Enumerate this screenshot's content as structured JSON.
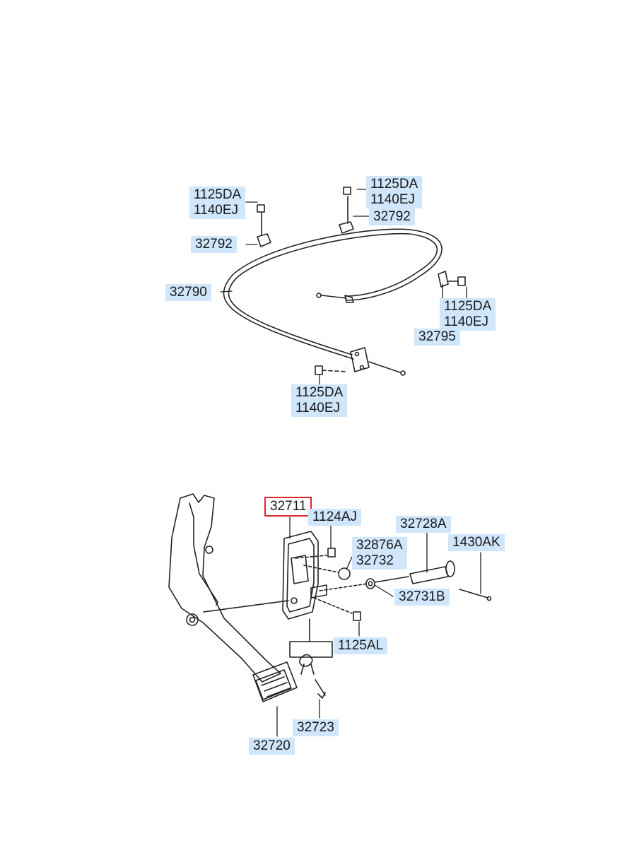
{
  "diagram": {
    "selected_part": "32711",
    "colors": {
      "label_background": "#cfe6fb",
      "highlight_border": "#e0242c",
      "line_art": "#222222"
    },
    "labels": {
      "cable_left_bolt": [
        "1125DA",
        "1140EJ"
      ],
      "cable_left_bracket": "32792",
      "cable_top_bolt": [
        "1125DA",
        "1140EJ"
      ],
      "cable_top_bracket": "32792",
      "cable_assembly": "32790",
      "cable_right_bolt": [
        "1125DA",
        "1140EJ"
      ],
      "cable_right_bracket": "32795",
      "cable_bottom_bolt": [
        "1125DA",
        "1140EJ"
      ],
      "pedal_bracket": "32711",
      "bracket_bolt": "1124AJ",
      "stopper": [
        "32876A",
        "32732"
      ],
      "pivot_bolt": "32728A",
      "split_pin": "1430AK",
      "bushing": "32731B",
      "lower_bolt": "1125AL",
      "return_spring": "32723",
      "pedal_arm": "32720"
    }
  }
}
